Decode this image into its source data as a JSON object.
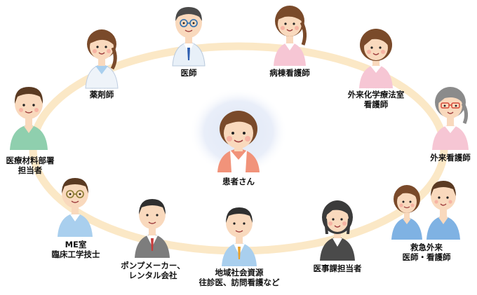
{
  "center": {
    "label": "患者さん"
  },
  "nodes": [
    {
      "id": "doctor",
      "lines": [
        "医師"
      ]
    },
    {
      "id": "ward-nurse",
      "lines": [
        "病棟看護師"
      ]
    },
    {
      "id": "pharmacist",
      "lines": [
        "薬剤師"
      ]
    },
    {
      "id": "chemo-nurse",
      "lines": [
        "外来化学療法室",
        "看護師"
      ]
    },
    {
      "id": "materials",
      "lines": [
        "医療材料部署",
        "担当者"
      ]
    },
    {
      "id": "outpatient-nurse",
      "lines": [
        "外来看護師"
      ]
    },
    {
      "id": "me-room",
      "lines": [
        "ME室",
        "臨床工学技士"
      ]
    },
    {
      "id": "pump-maker",
      "lines": [
        "ポンプメーカー、",
        "レンタル会社"
      ]
    },
    {
      "id": "community",
      "lines": [
        "地域社会資源",
        "往診医、訪問看護など"
      ]
    },
    {
      "id": "admin",
      "lines": [
        "医事課担当者"
      ]
    },
    {
      "id": "emergency",
      "lines": [
        "救急外来",
        "医師・看護師"
      ]
    }
  ],
  "colors": {
    "ring": "#fbe8c6",
    "center_glow": "#dfe7f6",
    "skin": "#f9d9bd",
    "cheek": "#f7b3a3",
    "hair_dark": "#3b3b3b",
    "hair_brown": "#7a4a2a",
    "hair_gray": "#8b8b8b",
    "coat_white": "#f4f7fb",
    "scrub_pink": "#f6c6d4",
    "scrub_blue": "#a9cfee",
    "scrub_green": "#8fcfae",
    "suit_gray": "#7d7d7d",
    "patient_cardigan": "#f1937a"
  }
}
